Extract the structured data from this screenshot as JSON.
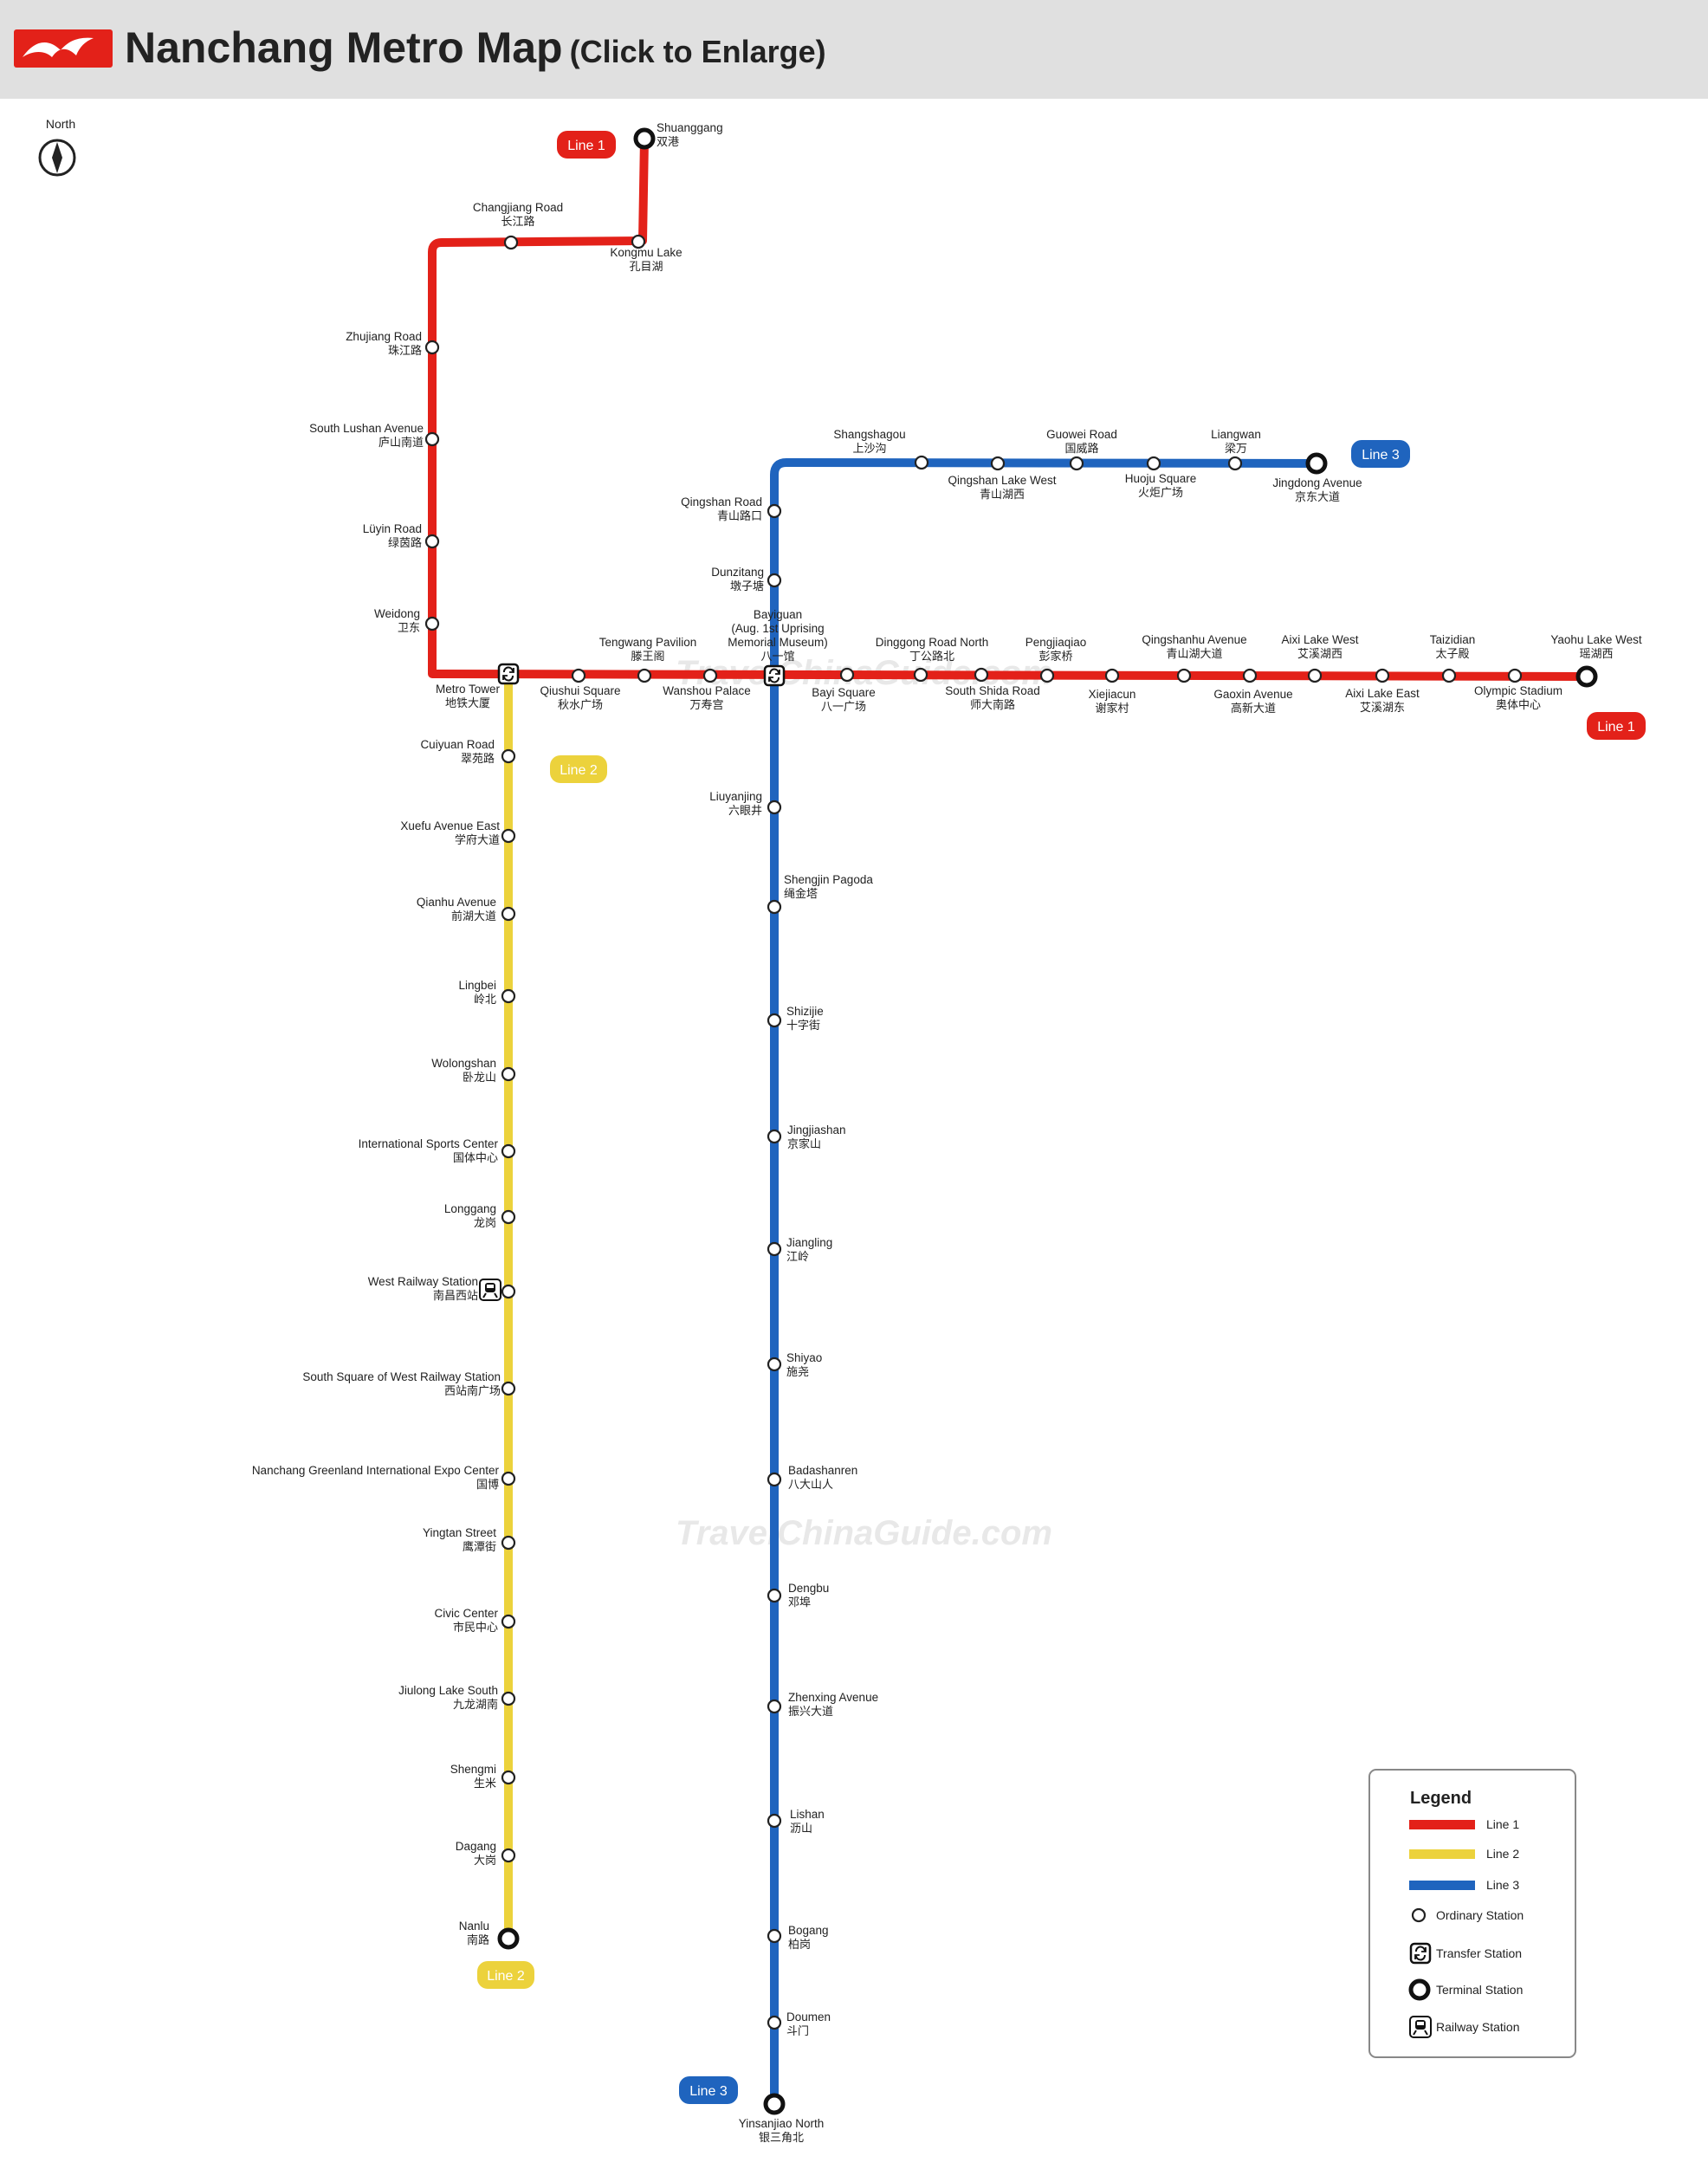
{
  "header": {
    "title": "Nanchang Metro Map",
    "subtitle": "(Click to Enlarge)"
  },
  "colors": {
    "line1": "#e32119",
    "line2": "#ecd23c",
    "line3": "#1f64be",
    "header_bg": "#e0e0e0"
  },
  "compass": {
    "label": "North"
  },
  "watermark": "TravelChinaGuide.com",
  "line_badges": {
    "line1": "Line 1",
    "line2": "Line 2",
    "line3": "Line 3"
  },
  "stations": [
    {
      "en": "Shuanggang",
      "zh": "双港"
    },
    {
      "en": "Kongmu Lake",
      "zh": "孔目湖"
    },
    {
      "en": "Changjiang Road",
      "zh": "长江路"
    },
    {
      "en": "Zhujiang Road",
      "zh": "珠江路"
    },
    {
      "en": "South Lushan Avenue",
      "zh": "庐山南道"
    },
    {
      "en": "Lüyin Road",
      "zh": "绿茵路"
    },
    {
      "en": "Weidong",
      "zh": "卫东"
    },
    {
      "en": "Metro Tower",
      "zh": "地铁大厦"
    },
    {
      "en": "Qiushui Square",
      "zh": "秋水广场"
    },
    {
      "en": "Tengwang Pavilion",
      "zh": "滕王阁"
    },
    {
      "en": "Wanshou Palace",
      "zh": "万寿宫"
    },
    {
      "en": "Bayiguan\n(Aug. 1st Uprising\nMemorial Museum)",
      "zh": "八一馆"
    },
    {
      "en": "Bayi Square",
      "zh": "八一广场"
    },
    {
      "en": "Dinggong Road North",
      "zh": "丁公路北"
    },
    {
      "en": "South Shida Road",
      "zh": "师大南路"
    },
    {
      "en": "Pengjiaqiao",
      "zh": "彭家桥"
    },
    {
      "en": "Xiejiacun",
      "zh": "谢家村"
    },
    {
      "en": "Qingshanhu Avenue",
      "zh": "青山湖大道"
    },
    {
      "en": "Gaoxin Avenue",
      "zh": "高新大道"
    },
    {
      "en": "Aixi Lake West",
      "zh": "艾溪湖西"
    },
    {
      "en": "Aixi Lake East",
      "zh": "艾溪湖东"
    },
    {
      "en": "Taizidian",
      "zh": "太子殿"
    },
    {
      "en": "Olympic Stadium",
      "zh": "奥体中心"
    },
    {
      "en": "Yaohu Lake West",
      "zh": "瑶湖西"
    },
    {
      "en": "Cuiyuan Road",
      "zh": "翠苑路"
    },
    {
      "en": "Xuefu Avenue East",
      "zh": "学府大道"
    },
    {
      "en": "Qianhu Avenue",
      "zh": "前湖大道"
    },
    {
      "en": "Lingbei",
      "zh": "岭北"
    },
    {
      "en": "Wolongshan",
      "zh": "卧龙山"
    },
    {
      "en": "International Sports Center",
      "zh": "国体中心"
    },
    {
      "en": "Longgang",
      "zh": "龙岗"
    },
    {
      "en": "West Railway Station",
      "zh": "南昌西站"
    },
    {
      "en": "South Square of West Railway Station",
      "zh": "西站南广场"
    },
    {
      "en": "Nanchang Greenland International Expo Center",
      "zh": "国博"
    },
    {
      "en": "Yingtan Street",
      "zh": "鹰潭街"
    },
    {
      "en": "Civic Center",
      "zh": "市民中心"
    },
    {
      "en": "Jiulong Lake South",
      "zh": "九龙湖南"
    },
    {
      "en": "Shengmi",
      "zh": "生米"
    },
    {
      "en": "Dagang",
      "zh": "大岗"
    },
    {
      "en": "Nanlu",
      "zh": "南路"
    },
    {
      "en": "Jingdong Avenue",
      "zh": "京东大道"
    },
    {
      "en": "Liangwan",
      "zh": "梁万"
    },
    {
      "en": "Huoju Square",
      "zh": "火炬广场"
    },
    {
      "en": "Guowei Road",
      "zh": "国威路"
    },
    {
      "en": "Qingshan Lake West",
      "zh": "青山湖西"
    },
    {
      "en": "Shangshagou",
      "zh": "上沙沟"
    },
    {
      "en": "Qingshan Road",
      "zh": "青山路口"
    },
    {
      "en": "Dunzitang",
      "zh": "墩子塘"
    },
    {
      "en": "Liuyanjing",
      "zh": "六眼井"
    },
    {
      "en": "Shengjin Pagoda",
      "zh": "绳金塔"
    },
    {
      "en": "Shizijie",
      "zh": "十字街"
    },
    {
      "en": "Jingjiashan",
      "zh": "京家山"
    },
    {
      "en": "Jiangling",
      "zh": "江岭"
    },
    {
      "en": "Shiyao",
      "zh": "施尧"
    },
    {
      "en": "Badashanren",
      "zh": "八大山人"
    },
    {
      "en": "Dengbu",
      "zh": "邓埠"
    },
    {
      "en": "Zhenxing Avenue",
      "zh": "振兴大道"
    },
    {
      "en": "Lishan",
      "zh": "沥山"
    },
    {
      "en": "Bogang",
      "zh": "柏岗"
    },
    {
      "en": "Doumen",
      "zh": "斗门"
    },
    {
      "en": "Yinsanjiao North",
      "zh": "银三角北"
    }
  ],
  "legend": {
    "title": "Legend",
    "items": [
      "Line 1",
      "Line 2",
      "Line 3",
      "Ordinary Station",
      "Transfer Station",
      "Terminal Station",
      "Railway Station"
    ]
  }
}
